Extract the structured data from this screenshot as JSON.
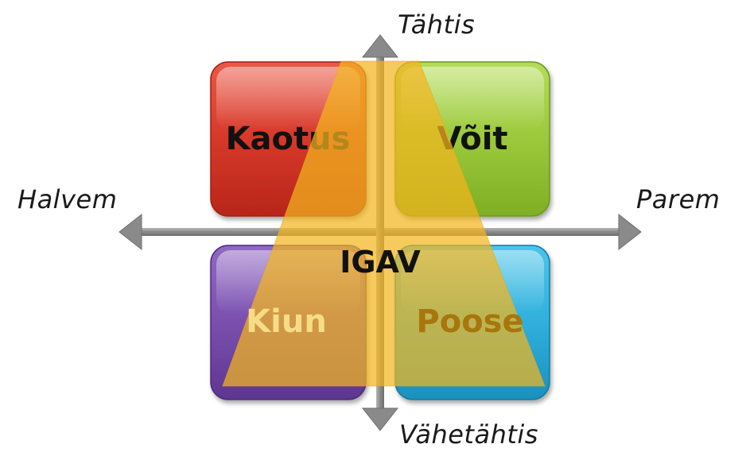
{
  "axes": {
    "top": "Tähtis",
    "bottom": "Vähetähtis",
    "left": "Halvem",
    "right": "Parem"
  },
  "quadrants": {
    "top_left": "Kaotus",
    "top_right": "Võit",
    "bottom_left": "Kiun",
    "bottom_right": "Poose"
  },
  "center_label": "IGAV",
  "colors": {
    "top_left": "#d63a2a",
    "top_right": "#9ccb3a",
    "bottom_left": "#7a4fae",
    "bottom_right": "#2fb0dc",
    "triangle": "#f2b51e",
    "axis": "#8c8c8c"
  }
}
